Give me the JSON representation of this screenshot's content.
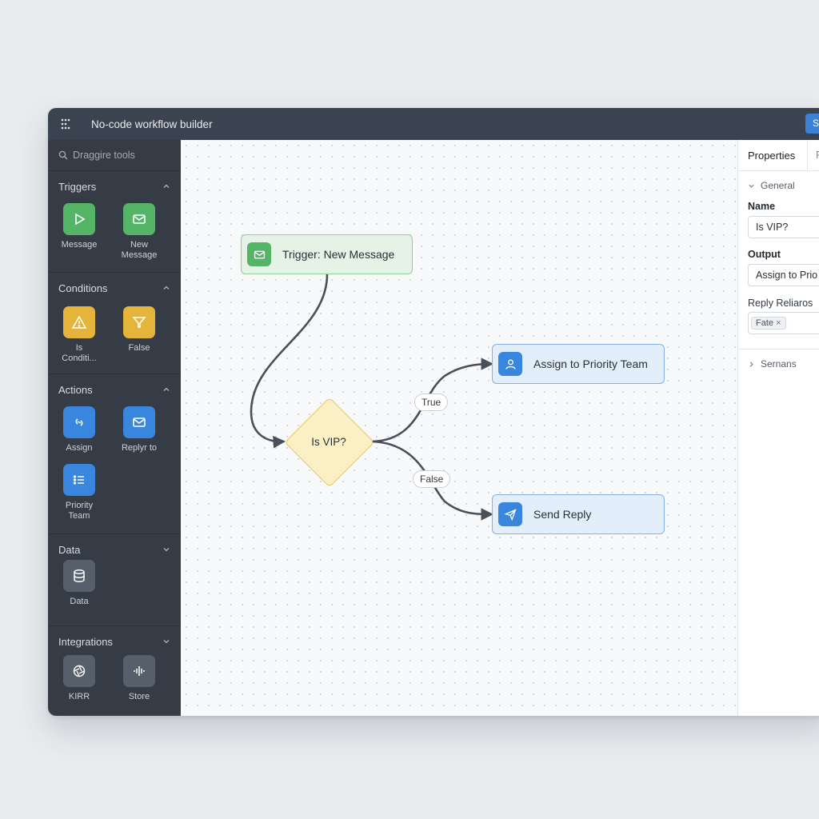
{
  "window": {
    "title": "No-code workflow builder",
    "save_label": "S"
  },
  "sidebar": {
    "search_placeholder": "Draggire tools",
    "sections": [
      {
        "title": "Triggers",
        "tools": [
          {
            "label": "Message",
            "icon": "play-icon"
          },
          {
            "label": "New Message",
            "icon": "mail-icon"
          }
        ]
      },
      {
        "title": "Conditions",
        "tools": [
          {
            "label": "Is Conditi...",
            "icon": "warning-icon"
          },
          {
            "label": "False",
            "icon": "filter-icon"
          }
        ]
      },
      {
        "title": "Actions",
        "tools": [
          {
            "label": "Assign",
            "icon": "link-icon"
          },
          {
            "label": "Replyr to",
            "icon": "mail-icon"
          },
          {
            "label": "Priority Team",
            "icon": "list-icon"
          }
        ]
      },
      {
        "title": "Data",
        "tools": [
          {
            "label": "Data",
            "icon": "database-icon"
          }
        ]
      },
      {
        "title": "Integrations",
        "tools": [
          {
            "label": "KIRR",
            "icon": "aperture-icon"
          },
          {
            "label": "Store",
            "icon": "waveform-icon"
          }
        ]
      }
    ]
  },
  "canvas": {
    "trigger_node": "Trigger: New Message",
    "condition_node": "Is VIP?",
    "assign_node": "Assign to Priority Team",
    "send_node": "Send Reply",
    "true_label": "True",
    "false_label": "False"
  },
  "properties": {
    "tab_properties": "Properties",
    "tab_second": "F",
    "group_general": "General",
    "name_label": "Name",
    "name_value": "Is VIP?",
    "output_label": "Output",
    "output_value": "Assign to Prio",
    "reply_label": "Reply Reliaros",
    "reply_chip": "Fate",
    "group_sernans": "Sernans"
  },
  "colors": {
    "titlebar": "#3b4350",
    "sidebar": "#353c46",
    "trigger_green": "#55b566",
    "condition_yellow": "#e4b53a",
    "action_blue": "#3886dd"
  }
}
